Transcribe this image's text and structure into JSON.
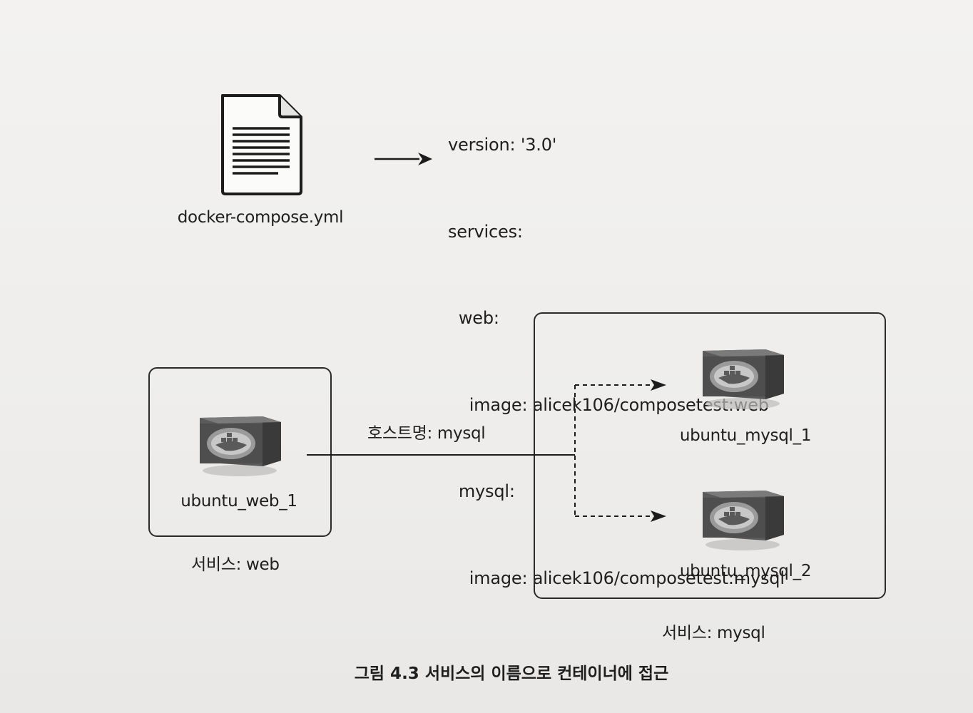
{
  "file": {
    "name": "docker-compose.yml",
    "icon": "document-icon"
  },
  "yaml": {
    "lines": [
      "version: '3.0'",
      "services:",
      "  web:",
      "    image: alicek106/composetest:web",
      "  mysql:",
      "    image: alicek106/composetest:mysql"
    ]
  },
  "web_service": {
    "container_name": "ubuntu_web_1",
    "service_label": "서비스: web"
  },
  "mysql_service": {
    "containers": [
      "ubuntu_mysql_1",
      "ubuntu_mysql_2"
    ],
    "service_label": "서비스: mysql"
  },
  "connection": {
    "label": "호스트명: mysql"
  },
  "caption": "그림 4.3 서비스의 이름으로 컨테이너에 접근"
}
